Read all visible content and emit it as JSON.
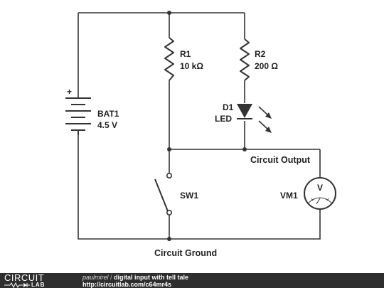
{
  "circuit": {
    "battery": {
      "ref": "BAT1",
      "value": "4.5 V",
      "plus_sign": "+"
    },
    "r1": {
      "ref": "R1",
      "value": "10 kΩ"
    },
    "r2": {
      "ref": "R2",
      "value": "200 Ω"
    },
    "led": {
      "ref": "D1",
      "value": "LED"
    },
    "switch": {
      "ref": "SW1"
    },
    "voltmeter": {
      "ref": "VM1",
      "symbol": "V"
    },
    "nets": {
      "output": "Circuit Output",
      "ground": "Circuit Ground"
    }
  },
  "footer": {
    "logo_top": "CIRCUIT",
    "logo_bottom": "LAB",
    "author": "paulmirel",
    "separator": "/",
    "title": "digital input with tell tale",
    "url": "http://circuitlab.com/c64mr4s"
  }
}
